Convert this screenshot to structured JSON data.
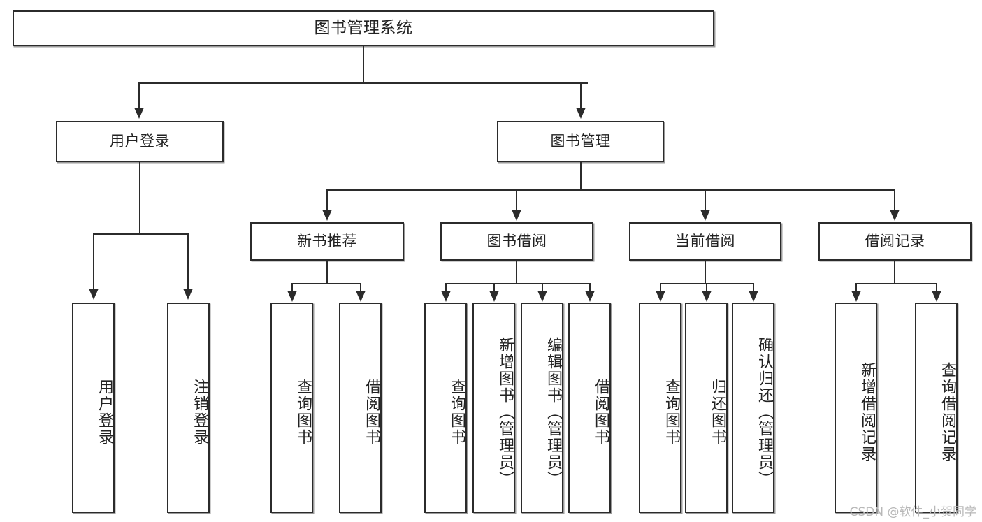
{
  "diagram": {
    "type": "tree-hierarchy",
    "title": "图书管理系统",
    "orientation": "top-down",
    "accent_color": "#2b2b2b",
    "background_color": "#ffffff"
  },
  "root": {
    "label": "图书管理系统"
  },
  "level1": [
    {
      "label": "用户登录"
    },
    {
      "label": "图书管理"
    }
  ],
  "level2": [
    {
      "label": "新书推荐"
    },
    {
      "label": "图书借阅"
    },
    {
      "label": "当前借阅"
    },
    {
      "label": "借阅记录"
    }
  ],
  "leaves": {
    "user_login": [
      {
        "label": "用户登录"
      },
      {
        "label": "注销登录"
      }
    ],
    "new_book_recommend": [
      {
        "label": "查询图书"
      },
      {
        "label": "借阅图书"
      }
    ],
    "book_borrow": [
      {
        "label": "查询图书"
      },
      {
        "label": "新增图书（管理员）"
      },
      {
        "label": "编辑图书（管理员）"
      },
      {
        "label": "借阅图书"
      }
    ],
    "current_borrow": [
      {
        "label": "查询图书"
      },
      {
        "label": "归还图书"
      },
      {
        "label": "确认归还（管理员）"
      }
    ],
    "borrow_record": [
      {
        "label": "新增借阅记录"
      },
      {
        "label": "查询借阅记录"
      }
    ]
  },
  "watermark": {
    "text": "CSDN @软件_小贺同学"
  }
}
